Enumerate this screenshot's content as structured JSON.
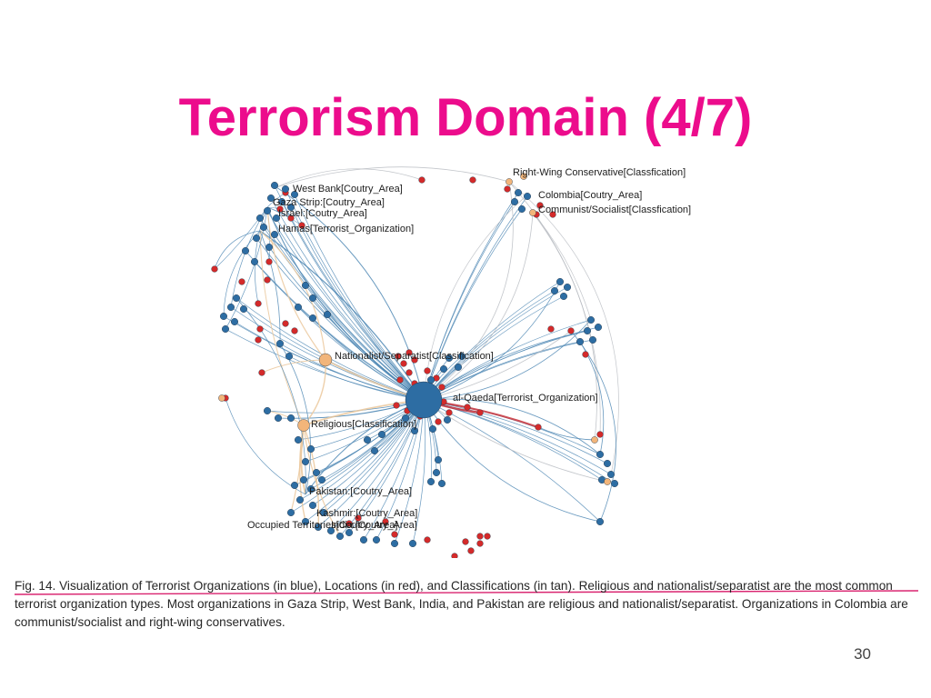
{
  "slide": {
    "title": "Terrorism Domain (4/7)",
    "page_number": "30"
  },
  "colors": {
    "title": "#ec0c8c",
    "organization": "#2d6da3",
    "location": "#d42a2a",
    "classification": "#f2b57a",
    "edge_blue": "#4e87b4",
    "edge_tan": "#ebc89c",
    "edge_red": "#c8333b",
    "edge_gray": "#b9bcc2",
    "underline": "#d9236f"
  },
  "figure": {
    "labels": {
      "west_bank": "West Bank[Coutry_Area]",
      "gaza_strip": "Gaza Strip:[Coutry_Area]",
      "israel": "Israel:[Coutry_Area]",
      "hamas": "Hamas[Terrorist_Organization]",
      "right_wing": "Right-Wing Conservative[Classfication]",
      "colombia": "Colombia[Coutry_Area]",
      "communist": "Communist/Socialist[Classfication]",
      "nationalist": "Nationalist/Separatist[Classification]",
      "al_qaeda": "al-Qaeda[Terrorist_Organization]",
      "religious": "Religious[Classification]",
      "pakistan": "Pakistan:[Coutry_Area]",
      "kashmir": "Kashmir:[Coutry_Area]",
      "occupied": "Occupied Territories[Coutry_Area]",
      "india": "India:[Coutry_Area]"
    }
  },
  "caption": {
    "text": "Fig. 14. Visualization of Terrorist Organizations (in blue), Locations (in red), and Classifications (in tan). Religious and nationalist/separatist are the most common terrorist organization types. Most organizations in Gaza Strip, West Bank, India, and Pakistan are religious and nationalist/separatist. Organizations in Colombia are communist/socialist and right-wing conservatives."
  }
}
